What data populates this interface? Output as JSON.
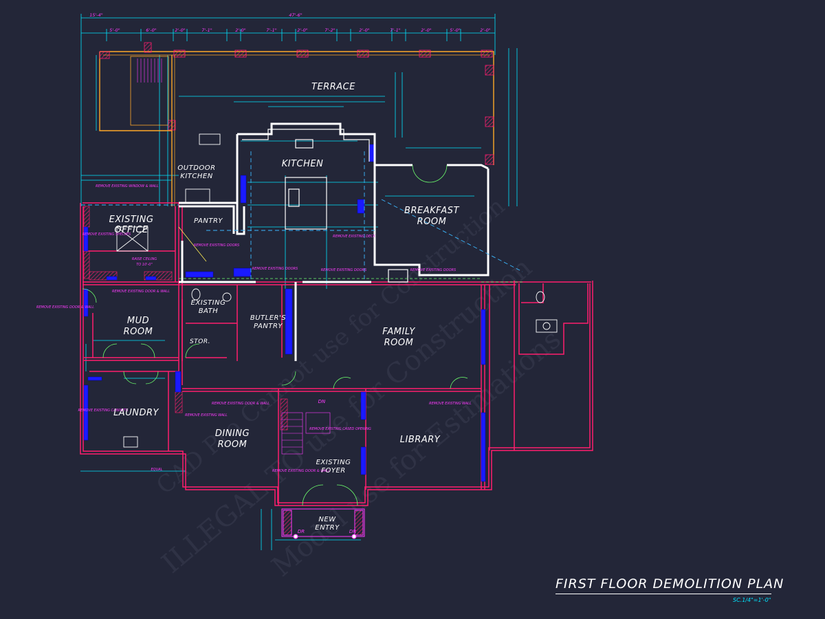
{
  "title": "FIRST FLOOR DEMOLITION PLAN",
  "scale": "SC.1/4\"=1'-0\"",
  "rooms": {
    "terrace": "TERRACE",
    "kitchen": "KITCHEN",
    "outdoor_kitchen": [
      "OUTDOOR",
      "KITCHEN"
    ],
    "breakfast_room": [
      "BREAKFAST",
      "ROOM"
    ],
    "existing_office": [
      "EXISTING",
      "OFFICE"
    ],
    "pantry": "PANTRY",
    "mud_room": [
      "MUD",
      "ROOM"
    ],
    "existing_bath": [
      "EXISTING",
      "BATH"
    ],
    "butlers_pantry": [
      "BUTLER'S",
      "PANTRY"
    ],
    "stor": "STOR.",
    "family_room": [
      "FAMILY",
      "ROOM"
    ],
    "laundry": "LAUNDRY",
    "dining_room": [
      "DINING",
      "ROOM"
    ],
    "library": "LIBRARY",
    "existing_foyer": [
      "EXISTING",
      "FOYER"
    ],
    "new_entry": [
      "NEW",
      "ENTRY"
    ]
  },
  "top_dimensions": {
    "overall_left": "15'-4\"",
    "overall": "47'-6\"",
    "segments": [
      "5'-0\"",
      "6'-0\"",
      "2'-0\"",
      "7'-1\"",
      "2'-0\"",
      "7'-1\"",
      "2'-0\"",
      "7'-2\"",
      "2'-0\"",
      "7'-1\"",
      "2'-0\"",
      "5'-0\"",
      "2'-0\""
    ]
  },
  "notes": {
    "remove_existing_window_wall": "REMOVE EXISTING WINDOW & WALL",
    "remove_existing_shelves": "REMOVE EXISTING SHELVES",
    "raise_ceiling": [
      "RAISE CEILING",
      "TO 10'-0\""
    ],
    "remove_existing_doors": "REMOVE EXISTING DOORS",
    "remove_existing_deck": "REMOVE EXISTING DECK",
    "remove_existing_door_wall": "REMOVE EXISTING DOOR & WALL",
    "remove_existing_wall": "REMOVE EXISTING WALL",
    "remove_existing_cased_opening": "REMOVE EXISTING CASED OPENING",
    "remove_existing_cabinets": "REMOVE EXISTING CABINETS",
    "equal": "EQUAL",
    "dn": "DN",
    "dr": "DR"
  },
  "watermark": [
    "ILLEGAL TO use for Construction",
    "Model use for Estimations",
    "CAD Pro Cannot use for Construction"
  ],
  "colors": {
    "background": "#232638",
    "existing_wall": "#ff1f6e",
    "new_wall": "#ffffff",
    "dimension": "#00e5ff",
    "annotation": "#ff3cff",
    "terrace_edge": "#ffa928",
    "window_fill": "#1a1aff"
  }
}
